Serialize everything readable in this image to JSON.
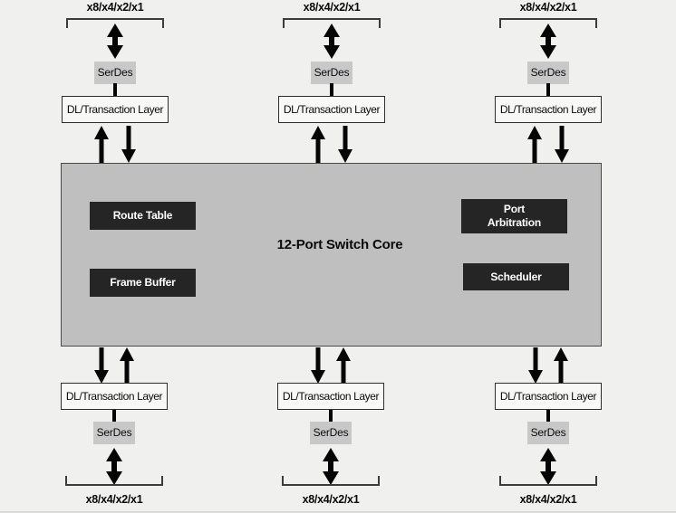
{
  "core": {
    "label": "12-Port Switch Core",
    "route_table": "Route Table",
    "frame_buffer": "Frame Buffer",
    "port_arbitration": "Port\nArbitration",
    "scheduler": "Scheduler"
  },
  "ports": {
    "top": [
      {
        "link": "x8/x4/x2/x1",
        "serdes": "SerDes",
        "dl": "DL/Transaction Layer"
      },
      {
        "link": "x8/x4/x2/x1",
        "serdes": "SerDes",
        "dl": "DL/Transaction Layer"
      },
      {
        "link": "x8/x4/x2/x1",
        "serdes": "SerDes",
        "dl": "DL/Transaction Layer"
      }
    ],
    "bottom": [
      {
        "link": "x8/x4/x2/x1",
        "serdes": "SerDes",
        "dl": "DL/Transaction Layer"
      },
      {
        "link": "x8/x4/x2/x1",
        "serdes": "SerDes",
        "dl": "DL/Transaction Layer"
      },
      {
        "link": "x8/x4/x2/x1",
        "serdes": "SerDes",
        "dl": "DL/Transaction Layer"
      }
    ]
  },
  "colors": {
    "background": "#f0f0ef",
    "core_fill": "#bfbfbf",
    "core_border": "#4a4a4a",
    "block_fill": "#252525",
    "block_text": "#ffffff",
    "serdes_fill": "#c8c8c8",
    "dl_box_fill": "#f8f8f7",
    "line": "#050505"
  }
}
